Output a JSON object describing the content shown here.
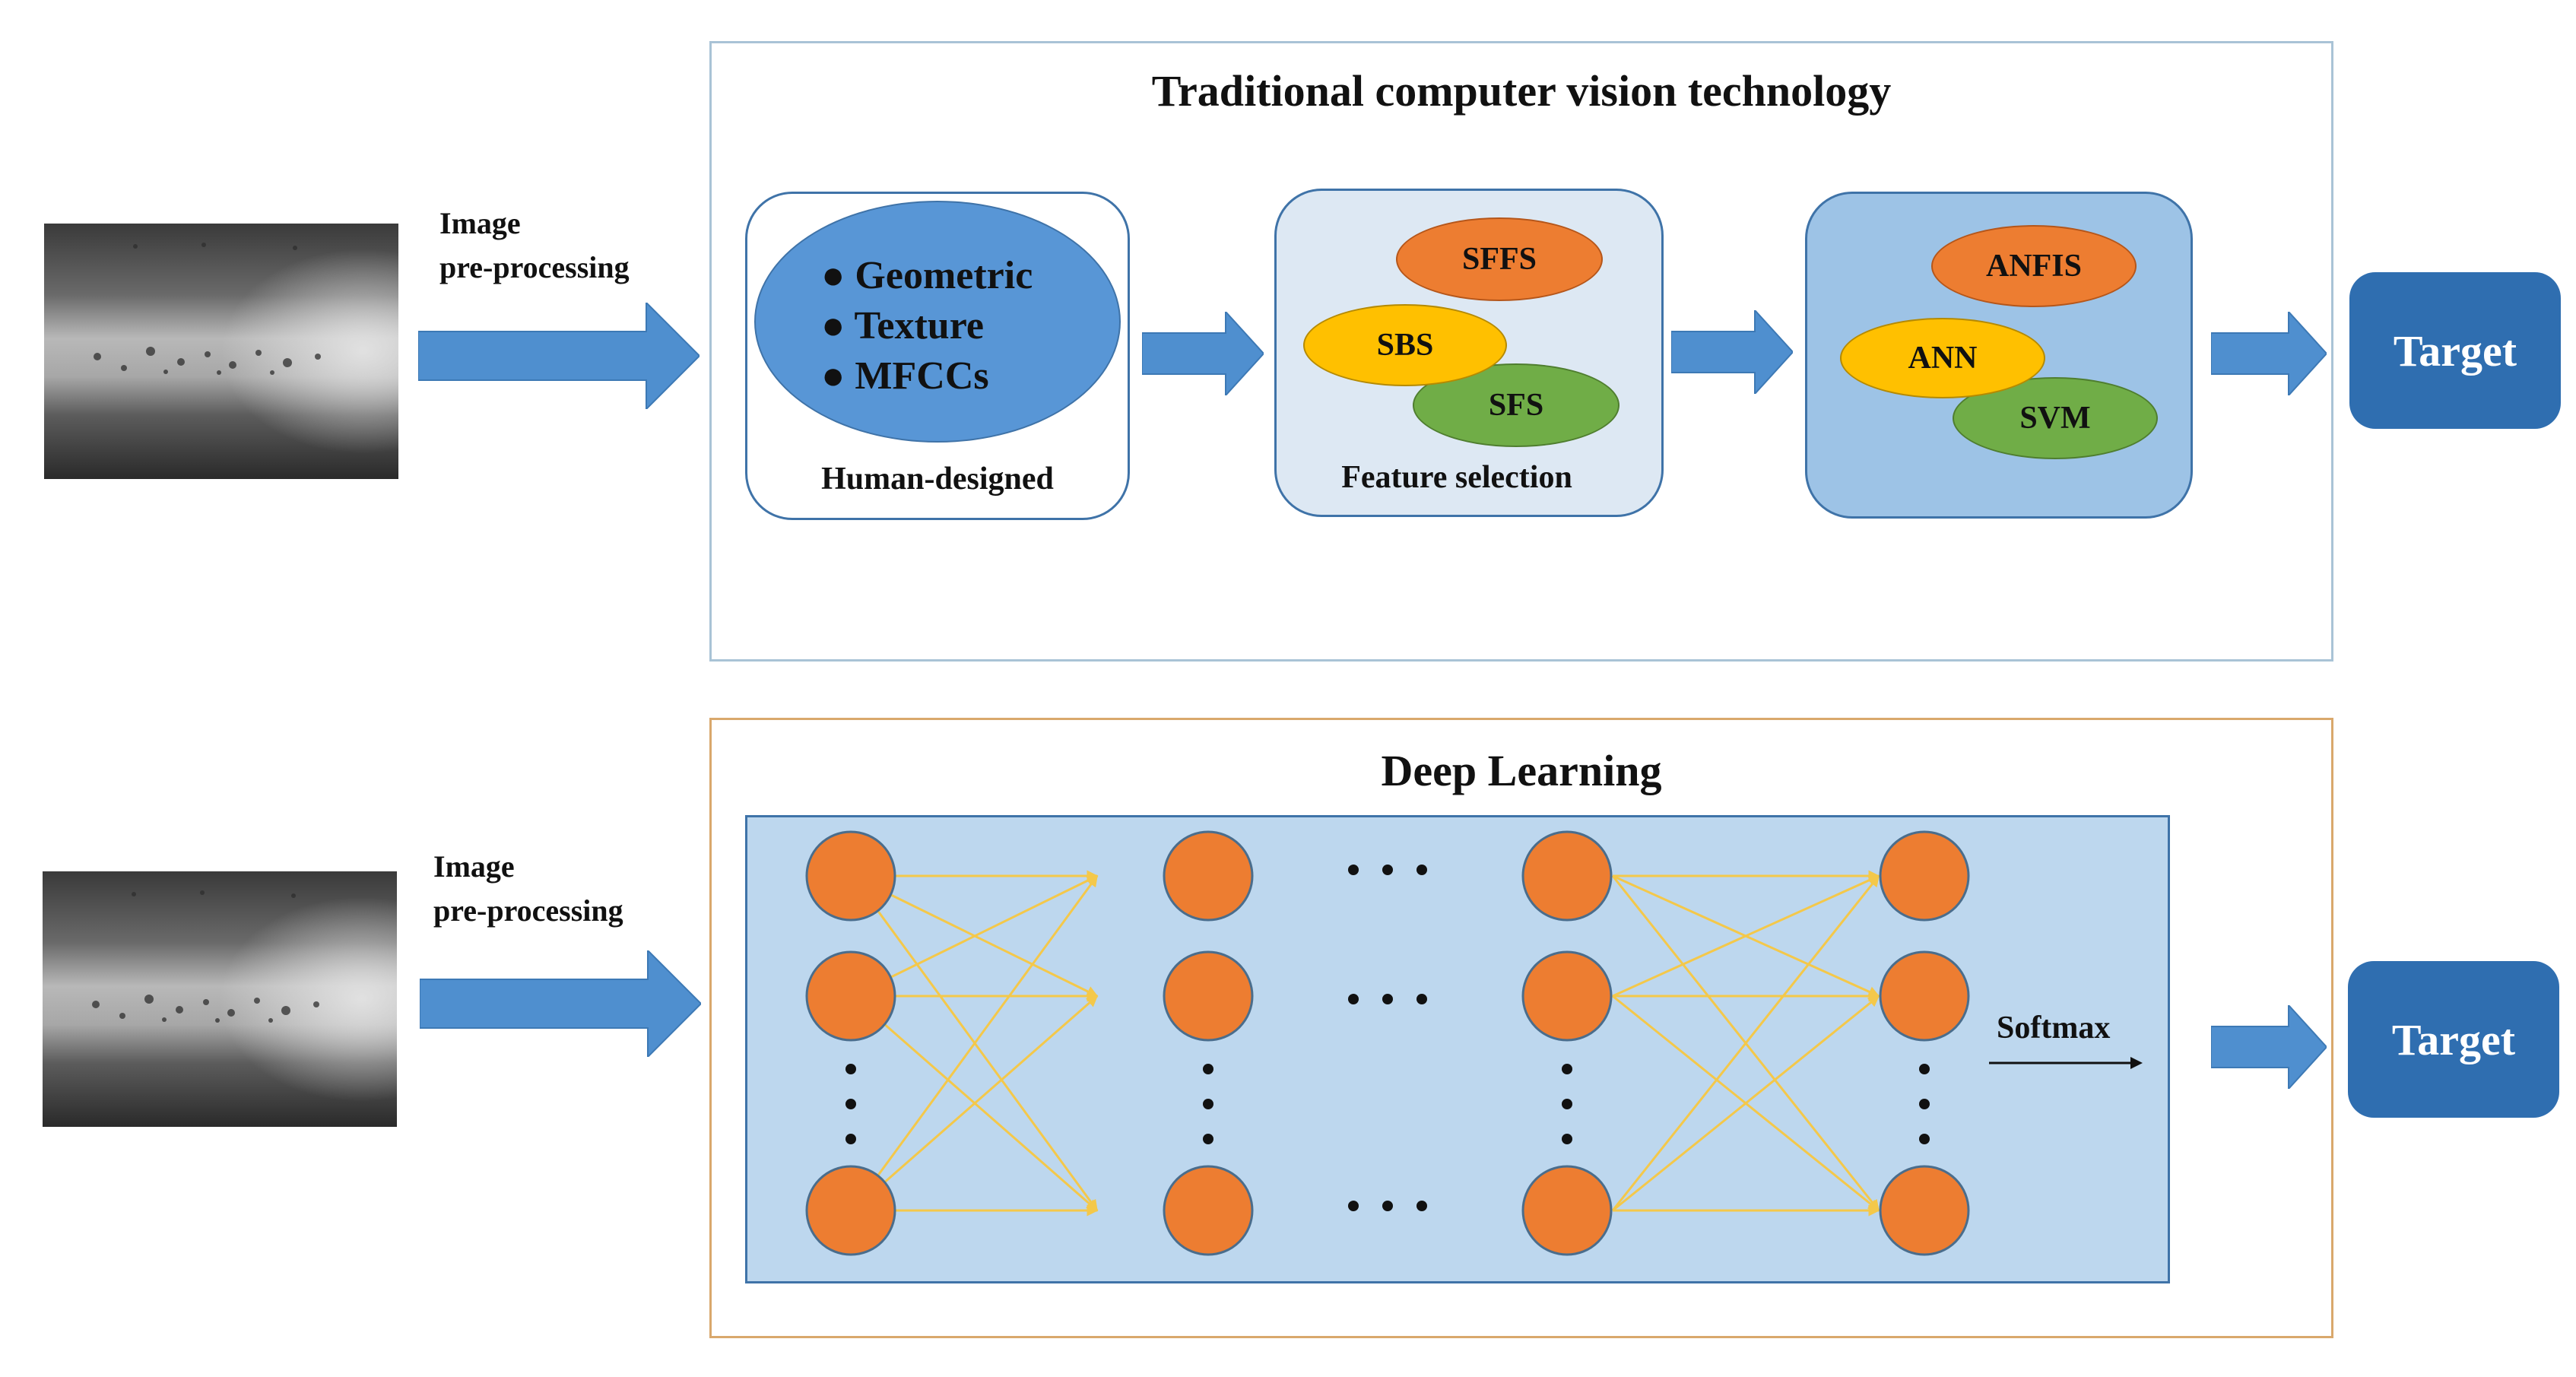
{
  "traditional": {
    "preprocess_label_line1": "Image",
    "preprocess_label_line2": "pre-processing",
    "panel_title": "Traditional computer vision technology",
    "human_designed": {
      "items": [
        "Geometric",
        "Texture",
        "MFCCs"
      ],
      "caption": "Human-designed"
    },
    "feature_selection": {
      "methods": [
        "SFFS",
        "SBS",
        "SFS"
      ],
      "caption": "Feature selection"
    },
    "classifiers": [
      "ANFIS",
      "ANN",
      "SVM"
    ],
    "target_label": "Target"
  },
  "deep": {
    "preprocess_label_line1": "Image",
    "preprocess_label_line2": "pre-processing",
    "panel_title": "Deep Learning",
    "softmax_label": "Softmax",
    "target_label": "Target"
  },
  "colors": {
    "arrow_blue": "#4f8fcf",
    "ellipse_blue": "#5896d6",
    "group_light": "#dde8f3",
    "group_mid": "#9dc3e6",
    "orange": "#ed7d31",
    "yellow": "#ffc000",
    "green": "#70ad47",
    "target_blue": "#2f6eb0",
    "nn_bg": "#bdd7ee",
    "connection_yellow": "#f4c84a",
    "frame_top": "#a9c3d6",
    "frame_bottom": "#d9a86c"
  },
  "icons": [
    "flow-arrow-icon",
    "target-box",
    "neuron-node",
    "softmax-arrow-icon"
  ]
}
